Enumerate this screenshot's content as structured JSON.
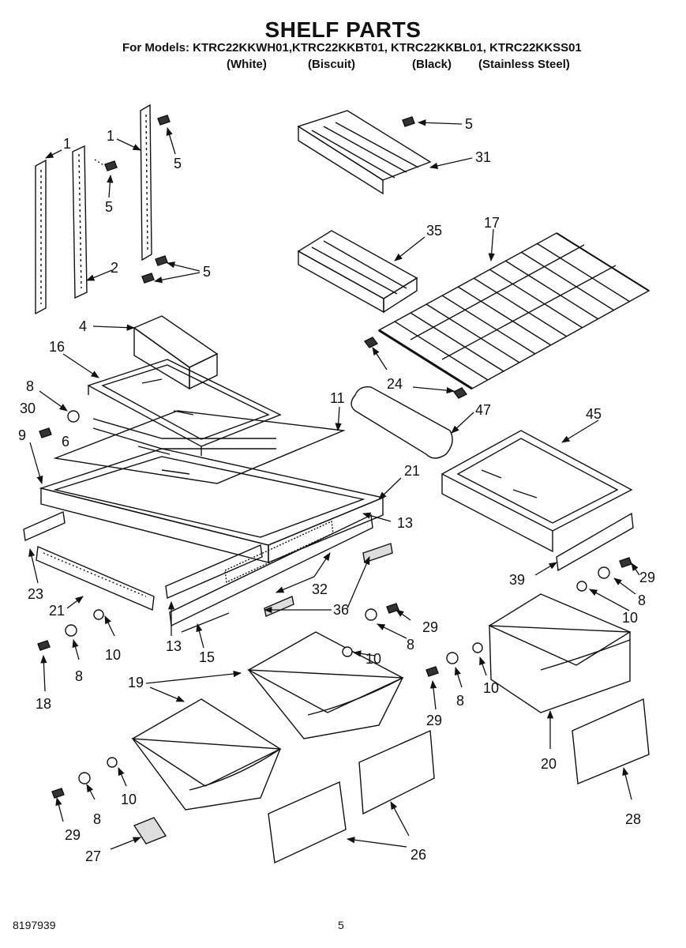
{
  "header": {
    "title": "SHELF PARTS",
    "models": "For Models: KTRC22KKWH01,KTRC22KKBT01, KTRC22KKBL01, KTRC22KKSS01",
    "colors": [
      "(White)",
      "(Biscuit)",
      "(Black)",
      "(Stainless Steel)"
    ]
  },
  "callouts": [
    "1",
    "1",
    "5",
    "5",
    "2",
    "5",
    "5",
    "31",
    "35",
    "17",
    "4",
    "16",
    "8",
    "30",
    "9",
    "6",
    "11",
    "24",
    "47",
    "45",
    "21",
    "13",
    "23",
    "21",
    "32",
    "36",
    "39",
    "29",
    "8",
    "10",
    "13",
    "15",
    "10",
    "8",
    "18",
    "29",
    "8",
    "10",
    "19",
    "29",
    "8",
    "10",
    "20",
    "28",
    "29",
    "8",
    "10",
    "27",
    "26"
  ],
  "footer": {
    "doc_number": "8197939",
    "page": "5"
  }
}
